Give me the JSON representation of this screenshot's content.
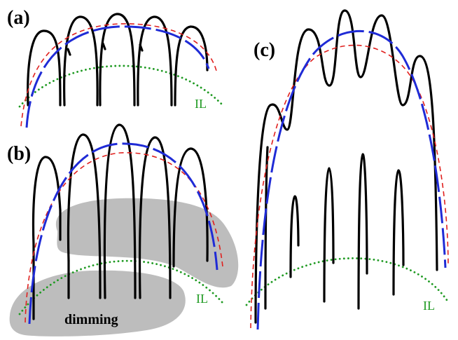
{
  "labels": {
    "panel_a": "(a)",
    "panel_b": "(b)",
    "panel_c": "(c)",
    "il_a": "IL",
    "il_b": "IL",
    "il_c": "IL",
    "dimming": "dimming"
  },
  "colors": {
    "loop": "#000000",
    "red_dashed": "#e0201e",
    "blue_dashed": "#1f2bd6",
    "green_dotted": "#1f9a22",
    "dimming_region": "#bdbdbd"
  }
}
